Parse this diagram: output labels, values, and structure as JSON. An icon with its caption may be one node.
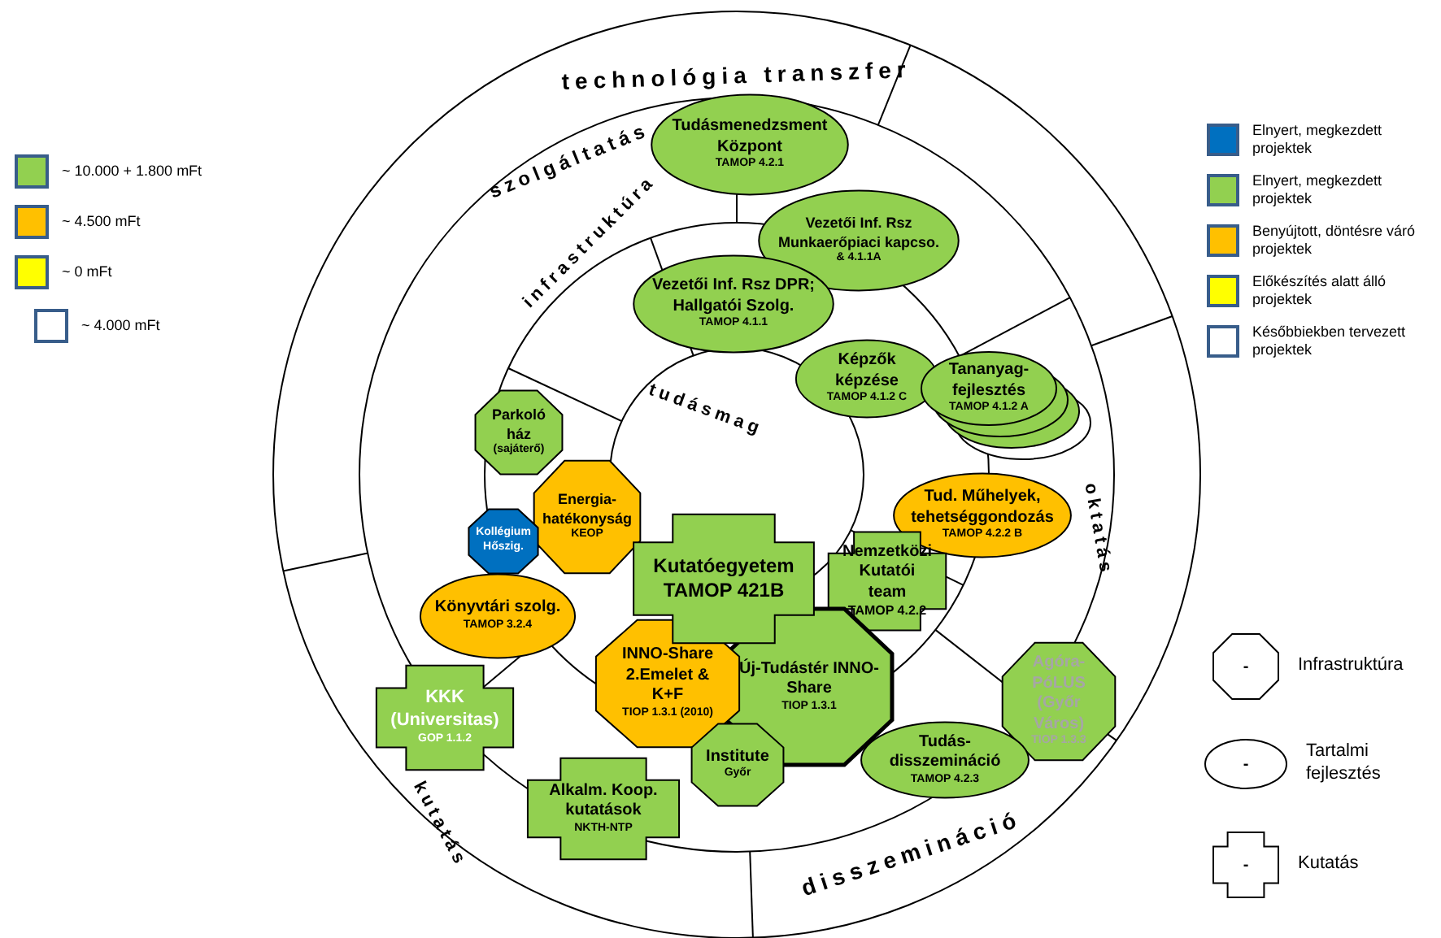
{
  "diagram": {
    "nodes": [
      {
        "text": [
          "Tudásmenedzsment Központ",
          "TAMOP 4.2.1"
        ]
      },
      {
        "text": [
          "Vezetői Inf. Rsz Munkaerőpiaci kapcso.",
          "& 4.1.1A"
        ]
      },
      {
        "text": [
          "Vezetői Inf. Rsz DPR; Hallgatói Szolg.",
          "TAMOP 4.1.1"
        ]
      },
      {
        "text": [
          "Képzők képzése",
          "TAMOP 4.1.2 C"
        ]
      },
      {
        "text": [
          "Tananyag-fejlesztés",
          "TAMOP 4.1.2 A"
        ]
      },
      {
        "text": [
          "Parkoló ház",
          "(sajáterő)"
        ]
      },
      {
        "text": [
          "Energia-hatékonyság",
          "KEOP"
        ]
      },
      {
        "text": [
          "Kollégium Hőszig."
        ]
      },
      {
        "text": [
          "Könyvtári szolg.",
          "TAMOP 3.2.4"
        ]
      },
      {
        "text": [
          "Kutatóegyetem TAMOP 421B"
        ]
      },
      {
        "text": [
          "Nemzetközi Kutatói team",
          "TAMOP 4.2.2"
        ]
      },
      {
        "text": [
          "Tud. Műhelyek, tehetséggondozás",
          "TAMOP 4.2.2 B"
        ]
      },
      {
        "text": [
          "INNO-Share 2.Emelet & K+F",
          "TIOP 1.3.1 (2010)"
        ]
      },
      {
        "text": [
          "Új-Tudástér INNO-Share",
          "TIOP 1.3.1"
        ]
      },
      {
        "text": [
          "Institute",
          "Győr"
        ]
      },
      {
        "text": [
          "KKK (Universitas)",
          "GOP 1.1.2"
        ]
      },
      {
        "text": [
          "Alkalm. Koop. kutatások",
          "NKTH-NTP"
        ]
      },
      {
        "text": [
          "Agóra-PóLUS (Győr Város)",
          "TIOP 1.3.3"
        ]
      },
      {
        "text": [
          "Tudás-disszemináció",
          "TAMOP 4.2.3"
        ]
      }
    ],
    "labels": [
      "technológia transzfer",
      "szolgáltatás",
      "infrastruktúra",
      "tudásmag",
      "oktatás",
      "kutatás",
      "disszemináció",
      "-",
      "-",
      "-"
    ],
    "legend": [
      {
        "text": "~ 10.000 + 1.800 mFt",
        "color": "#92d050"
      },
      {
        "text": "~ 4.500 mFt",
        "color": "#ffc000"
      },
      {
        "text": "~ 0 mFt",
        "color": "#ffff00"
      },
      {
        "text": "~ 4.000 mFt",
        "color": "#ffffff"
      },
      {
        "text": "Elnyert, megkezdett projektek",
        "color": "#0070c0"
      },
      {
        "text": "Elnyert, megkezdett projektek",
        "color": "#92d050"
      },
      {
        "text": "Benyújtott, döntésre váró projektek",
        "color": "#ffc000"
      },
      {
        "text": "Előkészítés alatt álló projektek",
        "color": "#ffff00"
      },
      {
        "text": "Későbbiekben tervezett projektek",
        "color": "#ffffff"
      },
      {
        "text": "Infrastruktúra"
      },
      {
        "text": "Tartalmi fejlesztés"
      },
      {
        "text": "Kutatás"
      }
    ]
  }
}
